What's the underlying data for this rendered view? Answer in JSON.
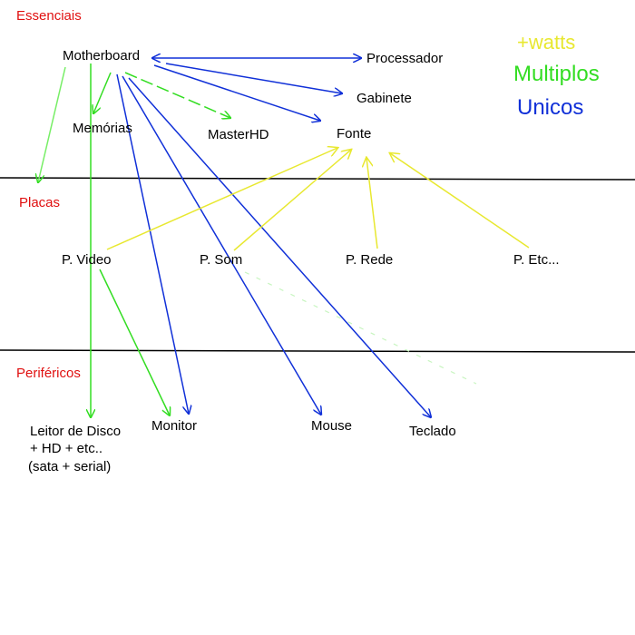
{
  "sections": {
    "essenciais": "Essenciais",
    "placas": "Placas",
    "perifericos": "Periféricos"
  },
  "legend": {
    "watts": "+watts",
    "multiplos": "Multiplos",
    "unicos": "Unicos"
  },
  "nodes": {
    "motherboard": "Motherboard",
    "processador": "Processador",
    "gabinete": "Gabinete",
    "memorias": "Memórias",
    "masterhd": "MasterHD",
    "fonte": "Fonte",
    "p_video": "P.  Video",
    "p_som": "P.  Som",
    "p_rede": "P.  Rede",
    "p_etc": "P.  Etc...",
    "leitor_line1": "Leitor  de  Disco",
    "leitor_line2": "+ HD + etc..",
    "leitor_line3": "(sata + serial)",
    "monitor": "Monitor",
    "mouse": "Mouse",
    "teclado": "Teclado"
  },
  "colors": {
    "red": "#e01010",
    "yellow": "#e8e830",
    "green": "#33dd22",
    "blue": "#1030d8",
    "black": "#000000"
  }
}
